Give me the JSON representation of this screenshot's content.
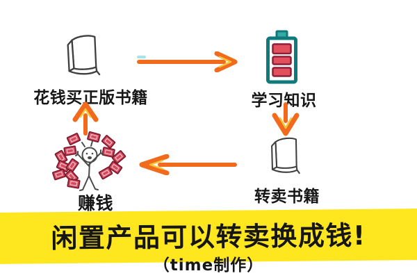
{
  "diagram": {
    "nodes": [
      {
        "id": "buy-books",
        "label": "花钱买正版书籍",
        "icon": "book-icon"
      },
      {
        "id": "learn-knowledge",
        "label": "学习知识",
        "icon": "battery-icon"
      },
      {
        "id": "resell-books",
        "label": "转卖书籍",
        "icon": "book-icon"
      },
      {
        "id": "earn-money",
        "label": "赚钱",
        "icon": "person-money-icon"
      }
    ],
    "flow": [
      {
        "from": "花钱买正版书籍",
        "to": "学习知识",
        "arrow": "right"
      },
      {
        "from": "学习知识",
        "to": "转卖书籍",
        "arrow": "down"
      },
      {
        "from": "转卖书籍",
        "to": "赚钱",
        "arrow": "left"
      },
      {
        "from": "赚钱",
        "to": "花钱买正版书籍",
        "arrow": "up"
      }
    ]
  },
  "banner": {
    "title": "闲置产品可以转卖换成钱!",
    "credit": "（time制作）"
  },
  "colors": {
    "background": "#FFFFFF",
    "text": "#161616",
    "ink": "#3F3F3F",
    "figure_ink": "#4A4A4A",
    "arrow": "#F26A1B",
    "arrow_accent": "#F5C63C",
    "banner_bg": "#FFE71F",
    "battery_outline": "#10797C",
    "battery_cap": "#35ABA5",
    "battery_bar": "#E2505E",
    "battery_bar_border": "#8C2038",
    "bill_fill": "#D6495D",
    "bill_border": "#7D1B2E",
    "bill_detail": "#F2BCC4",
    "highlight": "#9ADCE8"
  }
}
